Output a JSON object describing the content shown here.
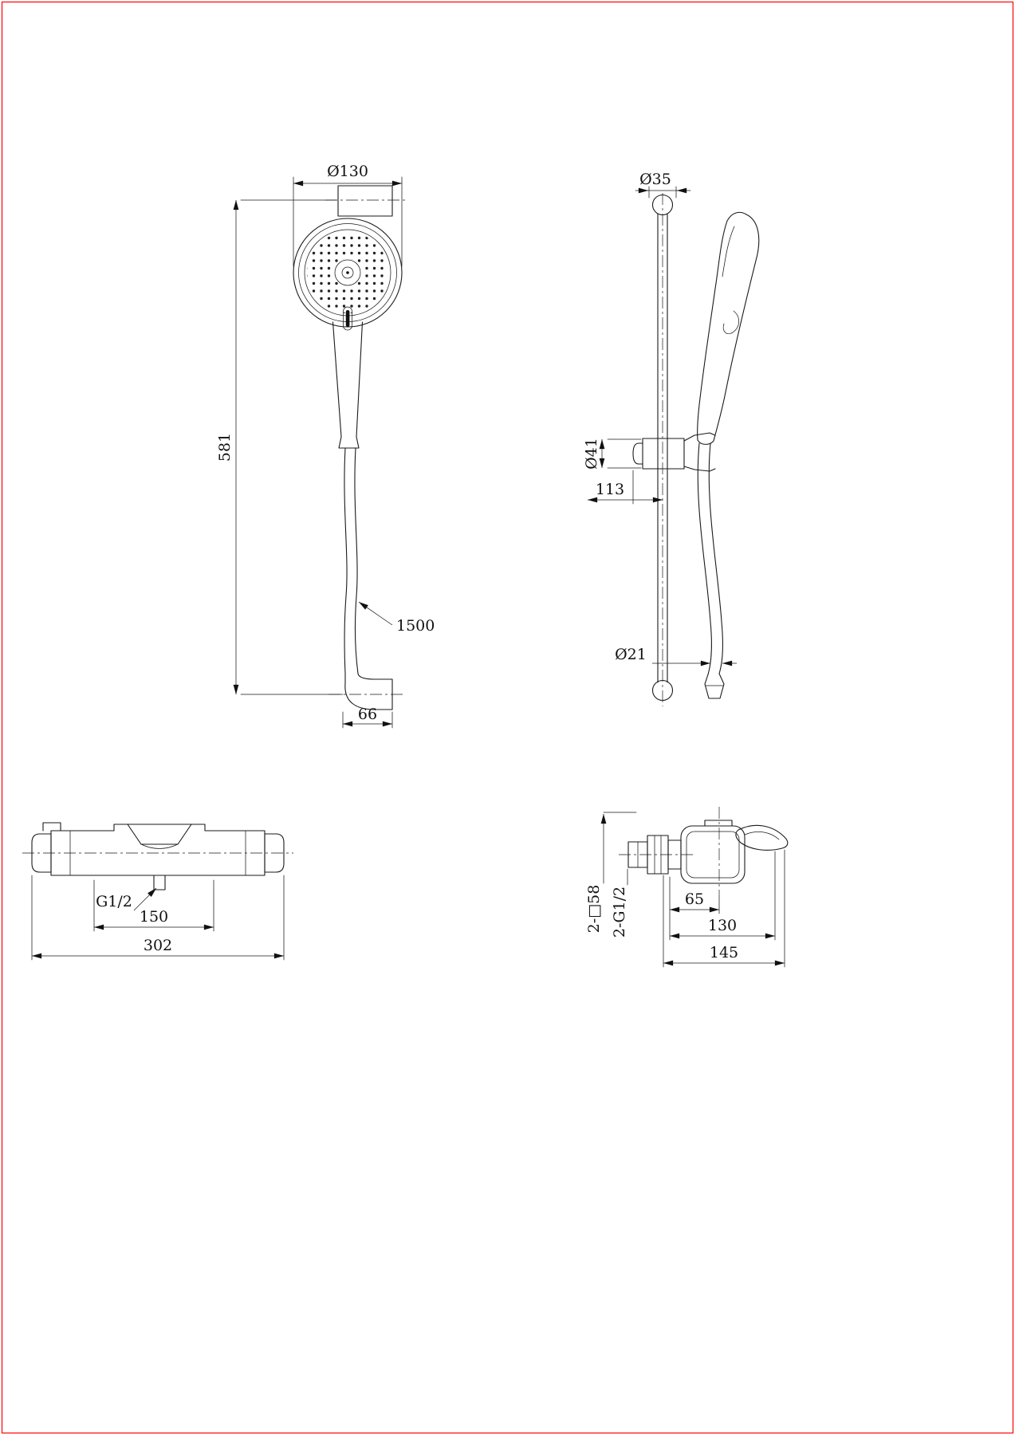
{
  "page": {
    "frame_color": "#ff0000",
    "line_color": "#1a1a1a"
  },
  "views": {
    "front_shower": {
      "head_diameter": "Ø130",
      "overall_height": "581",
      "hose_length": "1500",
      "bracket_width": "66"
    },
    "side_shower": {
      "bar_end_diameter": "Ø35",
      "holder_diameter": "Ø41",
      "holder_offset": "113",
      "hose_diameter": "Ø21"
    },
    "mixer_front": {
      "outlet_thread": "G1/2",
      "inlet_spacing": "150",
      "overall_width": "302"
    },
    "mixer_side": {
      "escutcheon_size": "2-□58",
      "inlet_thread": "2-G1/2",
      "body_offset": "65",
      "spout_reach": "130",
      "overall_depth": "145"
    }
  }
}
